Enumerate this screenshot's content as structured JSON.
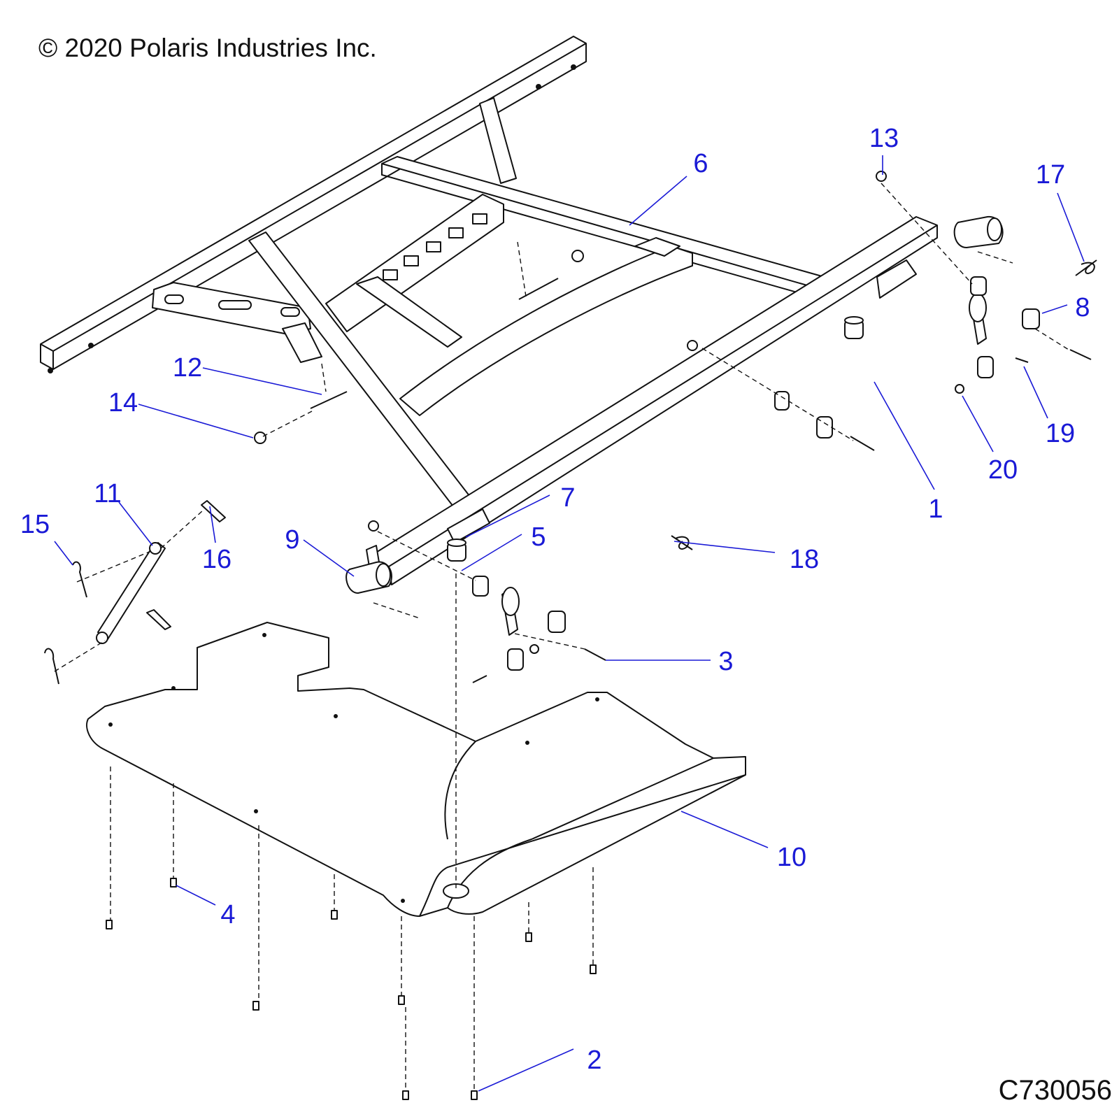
{
  "copyright": "© 2020 Polaris Industries Inc.",
  "figure_id": "C730056",
  "colors": {
    "callout": "#1a1ad6",
    "line": "#111111"
  },
  "callouts": [
    {
      "label": "1"
    },
    {
      "label": "2"
    },
    {
      "label": "3"
    },
    {
      "label": "4"
    },
    {
      "label": "5"
    },
    {
      "label": "6"
    },
    {
      "label": "7"
    },
    {
      "label": "8"
    },
    {
      "label": "9"
    },
    {
      "label": "10"
    },
    {
      "label": "11"
    },
    {
      "label": "12"
    },
    {
      "label": "13"
    },
    {
      "label": "14"
    },
    {
      "label": "15"
    },
    {
      "label": "16"
    },
    {
      "label": "17"
    },
    {
      "label": "18"
    },
    {
      "label": "19"
    },
    {
      "label": "20"
    }
  ]
}
